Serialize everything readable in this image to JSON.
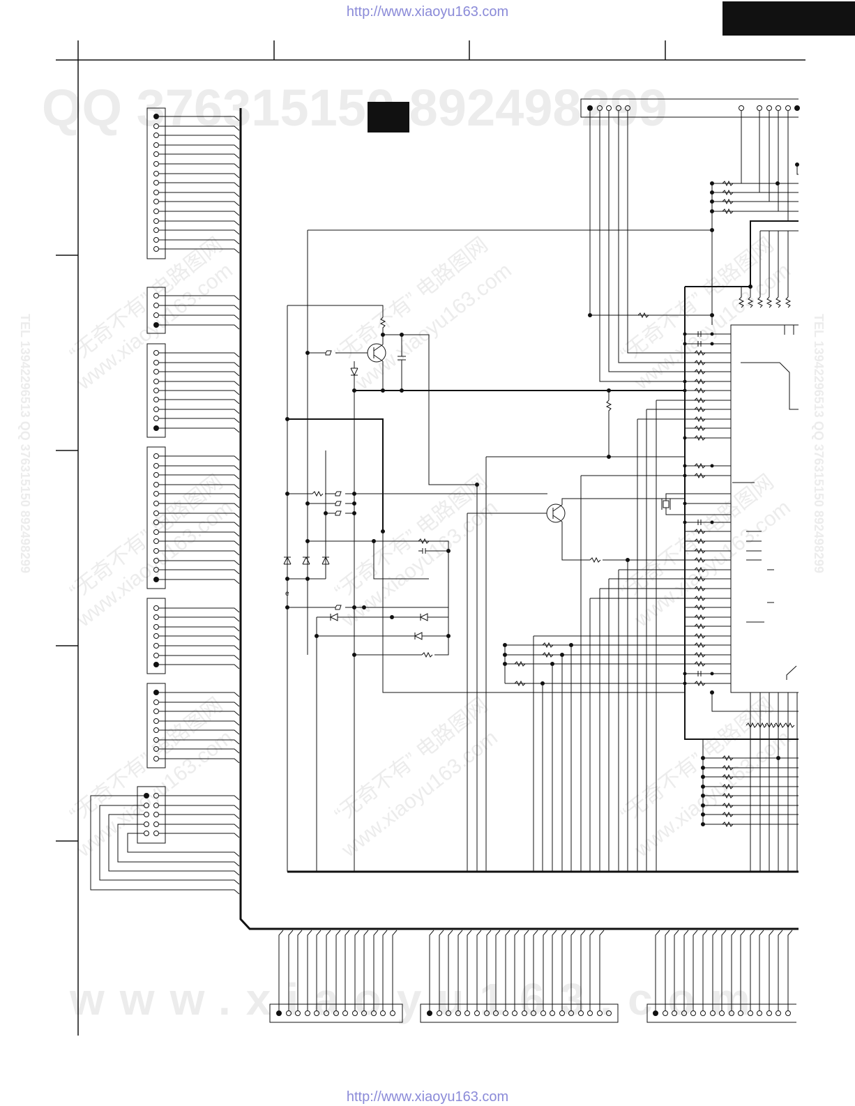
{
  "header_url": "http://www.xiaoyu163.com",
  "footer_url": "http://www.xiaoyu163.com",
  "watermarks": {
    "qq_line": "QQ 376315150      892498299",
    "site_line": "www.xiaoyu163.com",
    "cn_slogan": "“无奇不有” 电路图网",
    "side_tel": "TEL 13942296513  QQ 376315150  892498299"
  },
  "colors": {
    "ink": "#111111",
    "url_text": "#8a8ad8",
    "watermark": "#e6e6e6"
  }
}
